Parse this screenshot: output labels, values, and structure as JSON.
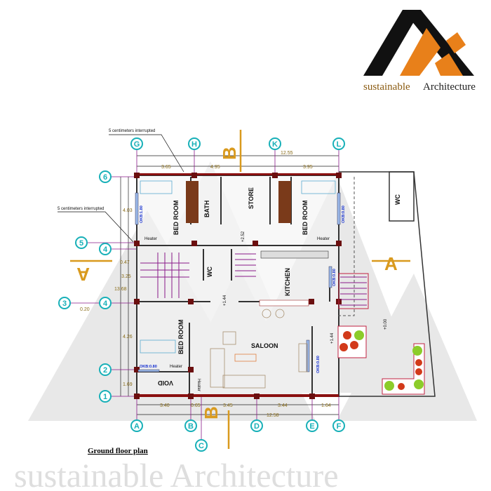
{
  "logo": {
    "word1": "sustainable",
    "word2": "Architecture",
    "colors": {
      "dark": "#111111",
      "accent": "#e8801a"
    }
  },
  "watermark": "sustainable Architecture",
  "plan_title": "Ground floor plan",
  "notes": {
    "interrupted_top": "5 centimeters interrupted",
    "interrupted_left": "5 centimeters interrupted"
  },
  "grid": {
    "top": [
      "G",
      "H",
      "K",
      "L"
    ],
    "bottom": [
      "A",
      "B",
      "C",
      "D",
      "E",
      "F"
    ],
    "left": [
      "6",
      "5",
      "4",
      "3",
      "4",
      "2",
      "1"
    ]
  },
  "sections": {
    "top": "B",
    "bottom": "B",
    "left": "A",
    "right": "A"
  },
  "dimensions": {
    "top_total": "12.55",
    "top": [
      "3.65",
      "4.95",
      "3.95"
    ],
    "bottom_total": "12.58",
    "bottom": [
      "3.40",
      "0.65",
      "3.45",
      "3.44",
      "1.64"
    ],
    "left_total": "13.68",
    "left": [
      "4.03",
      "0.47",
      "3.25",
      "4.26",
      "1.69"
    ],
    "offset": "0.20"
  },
  "rooms": {
    "bed_room_tl": "BED ROOM",
    "bath": "BATH",
    "store": "STORE",
    "bed_room_tr": "BED ROOM",
    "wc": "WC",
    "kitchen": "KITCHEN",
    "bed_room_bl": "BED ROOM",
    "saloon": "SALOON",
    "void": "VOID",
    "wc_yard": "WC"
  },
  "labels": {
    "heater": "Heater"
  },
  "windows": {
    "w1": "OKB:1.80",
    "w2": "OKB:0.80",
    "w3": "OKB:0.80",
    "w4": "OKB:0.80",
    "w5": "OKB:0.80"
  },
  "levels": {
    "stair": "+2.52",
    "hall": "+1.44",
    "yard_step": "+1.44",
    "yard": "+0.00"
  },
  "colors": {
    "column": "#6b0f0f",
    "stair": "#8a1a8a",
    "section": "#d99a1e",
    "bubble": "#18b0b8",
    "window": "#1530d0",
    "wall": "#333333"
  }
}
